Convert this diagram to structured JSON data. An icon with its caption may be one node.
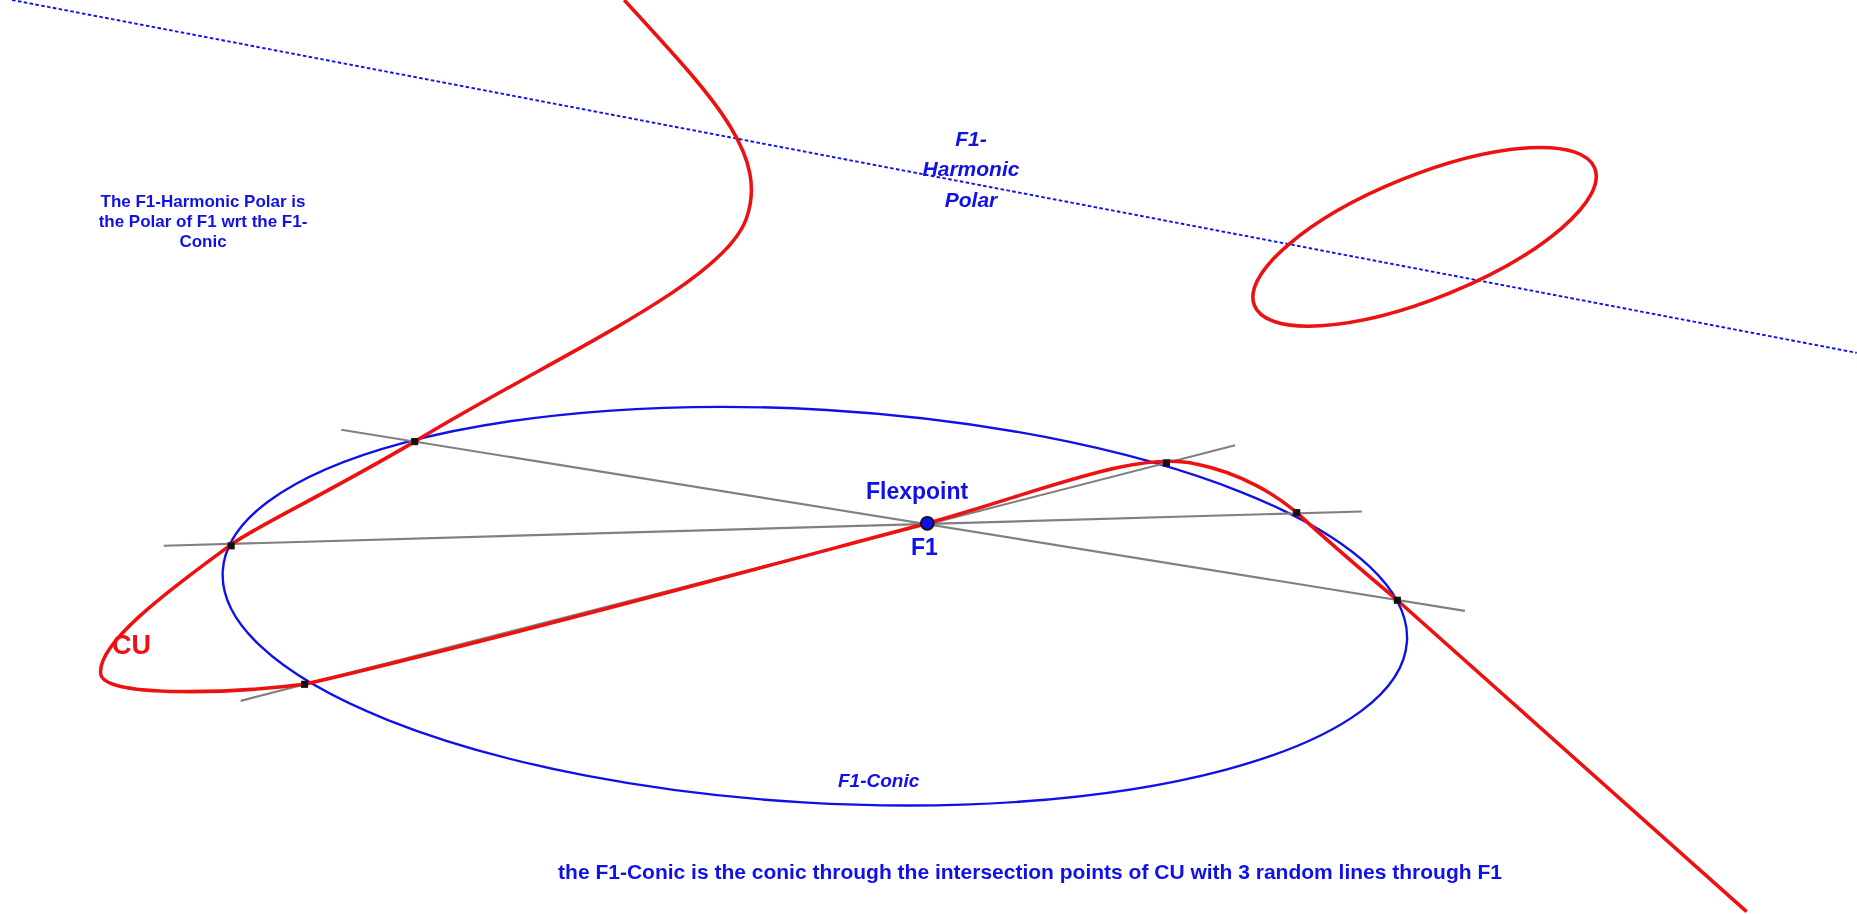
{
  "diagram": {
    "caption": "the F1-Conic is the conic through the intersection points of CU with 3 random lines through F1",
    "labels": [
      "The F1-Harmonic Polar is the Polar of F1 wrt the F1-Conic",
      "F1- Harmonic Polar",
      "Flexpoint",
      "F1",
      "CU",
      "F1-Conic"
    ]
  }
}
